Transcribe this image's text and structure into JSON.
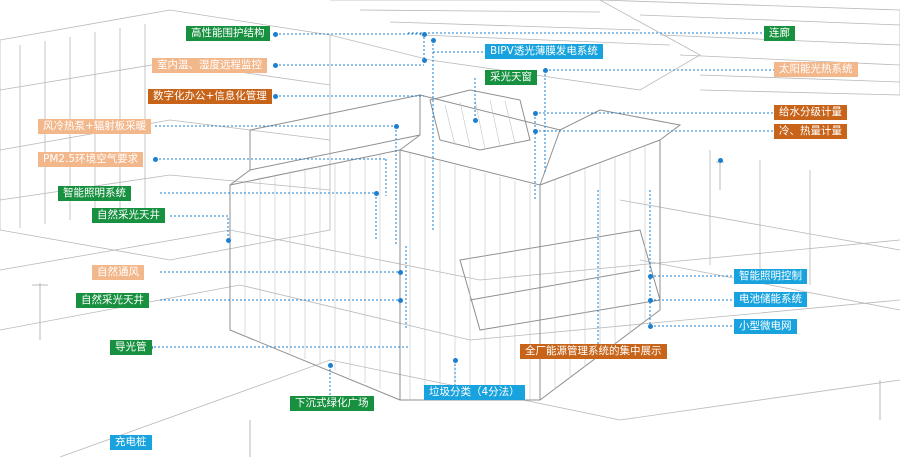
{
  "colors": {
    "dark_green": "#17903f",
    "light_blue": "#19a3de",
    "peach": "#f3b78c",
    "brown": "#c8641a",
    "leader_line": "#1d7fcf"
  },
  "labels": {
    "envelope": "高性能围护结构",
    "bipv": "BIPV透光薄膜发电系统",
    "corridor": "连廊",
    "temp_humidity": "室内温、湿度远程监控",
    "skylight": "采光天窗",
    "solar_thermal": "太阳能光热系统",
    "digital_office": "数字化办公+信息化管理",
    "water_metering": "给水分级计量",
    "air_pump": "风冷热泵+辐射板采暖",
    "cold_heat_metering": "冷、热量计量",
    "pm25": "PM2.5环境空气要求",
    "smart_lighting_system": "智能照明系统",
    "daylight_atrium_upper": "自然采光天井",
    "natural_ventilation": "自然通风",
    "smart_lighting_control": "智能照明控制",
    "daylight_atrium_lower": "自然采光天井",
    "battery_storage": "电池储能系统",
    "microgrid": "小型微电网",
    "light_pipe": "导光管",
    "energy_display": "全厂能源管理系统的集中展示",
    "sunken_plaza": "下沉式绿化广场",
    "waste_sorting": "垃圾分类（4分法）",
    "charging_pile": "充电桩"
  }
}
